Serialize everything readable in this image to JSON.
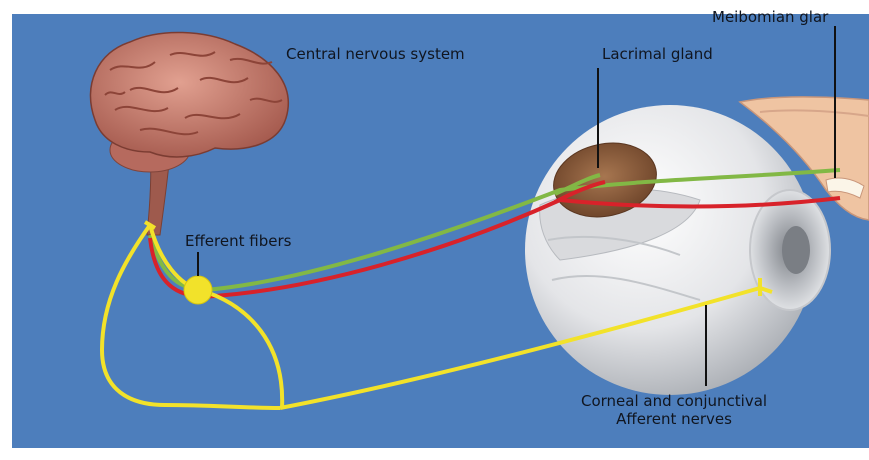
{
  "labels": {
    "cns": "Central nervous system",
    "lacrimal": "Lacrimal gland",
    "meibomian": "Meibomian glar",
    "efferent": "Efferent fibers",
    "corneal_line1": "Corneal and conjunctival",
    "corneal_line2": "Afferent nerves"
  },
  "colors": {
    "background": "#4d7ebc",
    "afferent_nerve": "#f2e22a",
    "efferent_green": "#82b845",
    "efferent_red": "#d8222a",
    "brain": "#c47a6e",
    "lacrimal_gland": "#8a5a3a",
    "eyeball": "#e6e7e9",
    "eyelid": "#efc4a2"
  }
}
